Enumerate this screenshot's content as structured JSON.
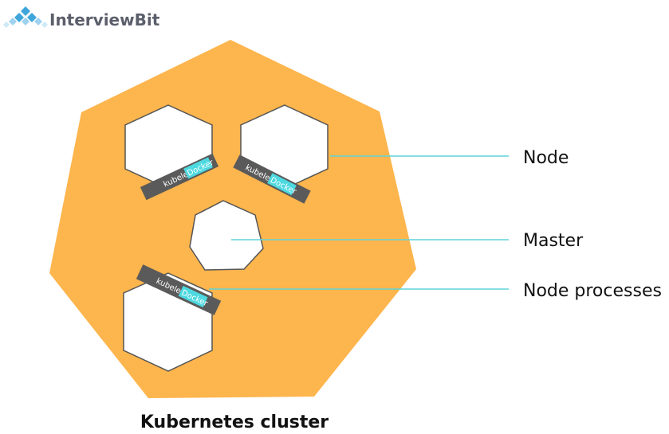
{
  "brand": {
    "name": "InterviewBit",
    "logo_icon": "diamond-lattice-logo"
  },
  "diagram": {
    "cluster_label": "Kubernetes cluster",
    "callouts": {
      "node": "Node",
      "master": "Master",
      "node_processes": "Node processes"
    },
    "process_labels": {
      "kubelet": "kubelet",
      "docker": "Docker"
    },
    "colors": {
      "cluster_fill": "#fdb54d",
      "node_fill": "#ffffff",
      "node_stroke": "#555555",
      "process_band": "#5a5a5a",
      "docker_highlight": "#4dd9e0",
      "leader_line": "#5fd3da",
      "logo_blue": "#3fa6dc",
      "logo_gray": "#5b5f6b"
    }
  }
}
